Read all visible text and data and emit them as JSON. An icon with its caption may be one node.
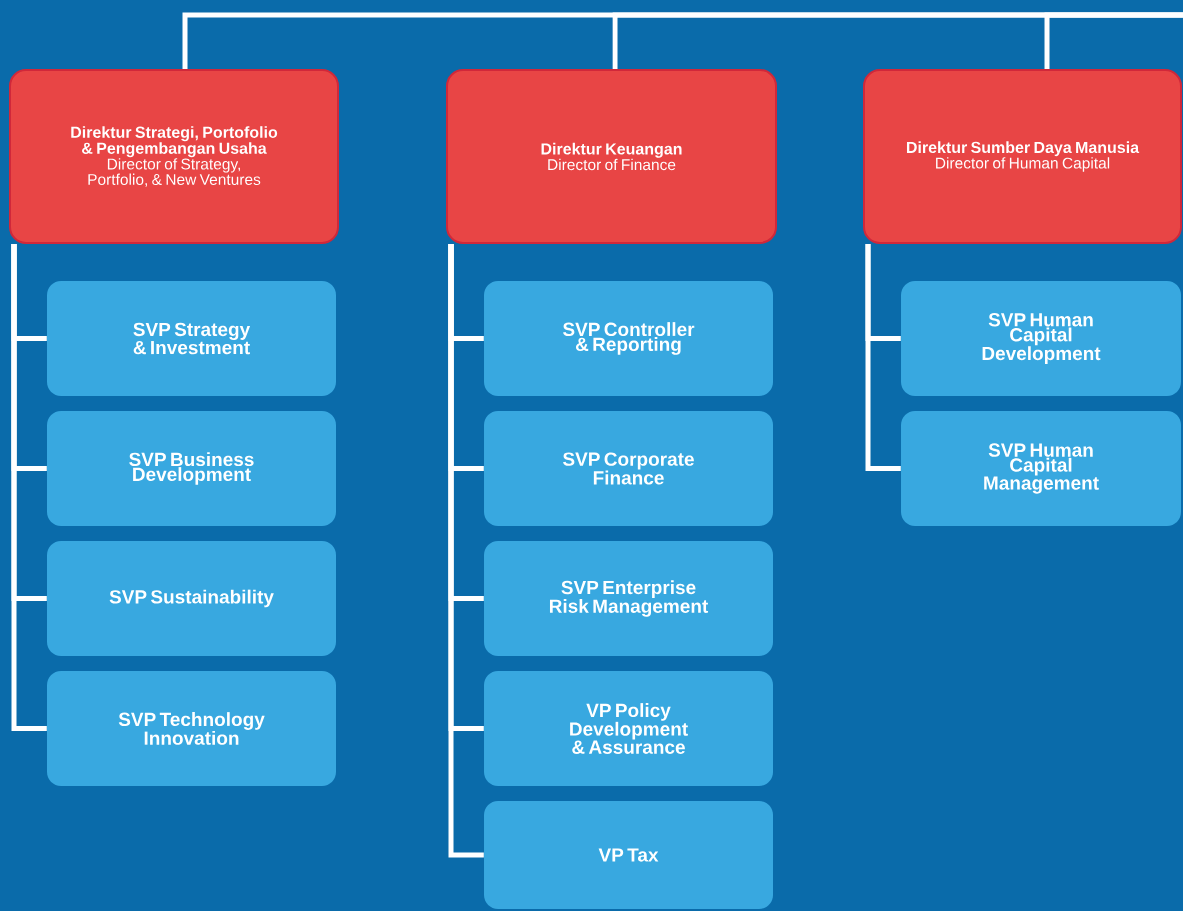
{
  "diagram": {
    "nodes": [
      {
        "text": [
          "Direktur Strategi, Portofolio & Pengembangan Usaha",
          "Director of Strategy, Portfolio, & New Ventures"
        ]
      },
      {
        "text": [
          "Direktur Keuangan",
          "Director of Finance"
        ]
      },
      {
        "text": [
          "Direktur Sumber Daya Manusia",
          "Director of Human Capital"
        ]
      },
      {
        "text": [
          "SVP Strategy & Investment"
        ]
      },
      {
        "text": [
          "SVP Business Development"
        ]
      },
      {
        "text": [
          "SVP Sustainability"
        ]
      },
      {
        "text": [
          "SVP Technology Innovation"
        ]
      },
      {
        "text": [
          "SVP Controller & Reporting"
        ]
      },
      {
        "text": [
          "SVP Corporate Finance"
        ]
      },
      {
        "text": [
          "SVP Enterprise Risk Management"
        ]
      },
      {
        "text": [
          "VP Policy Development & Assurance"
        ]
      },
      {
        "text": [
          "VP Tax"
        ]
      },
      {
        "text": [
          "SVP Human Capital Development"
        ]
      },
      {
        "text": [
          "SVP Human Capital Management"
        ]
      }
    ],
    "edges": [
      {
        "from": null,
        "to": 0,
        "arrow": "none"
      },
      {
        "from": null,
        "to": 1,
        "arrow": "none"
      },
      {
        "from": null,
        "to": 2,
        "arrow": "none"
      },
      {
        "from": 0,
        "to": 3,
        "arrow": "none"
      },
      {
        "from": 0,
        "to": 4,
        "arrow": "none"
      },
      {
        "from": 0,
        "to": 5,
        "arrow": "none"
      },
      {
        "from": 0,
        "to": 6,
        "arrow": "none"
      },
      {
        "from": 1,
        "to": 7,
        "arrow": "none"
      },
      {
        "from": 1,
        "to": 8,
        "arrow": "none"
      },
      {
        "from": 1,
        "to": 9,
        "arrow": "none"
      },
      {
        "from": 1,
        "to": 10,
        "arrow": "none"
      },
      {
        "from": 1,
        "to": 11,
        "arrow": "none"
      },
      {
        "from": 2,
        "to": 12,
        "arrow": "none"
      },
      {
        "from": 2,
        "to": 13,
        "arrow": "none"
      }
    ]
  }
}
